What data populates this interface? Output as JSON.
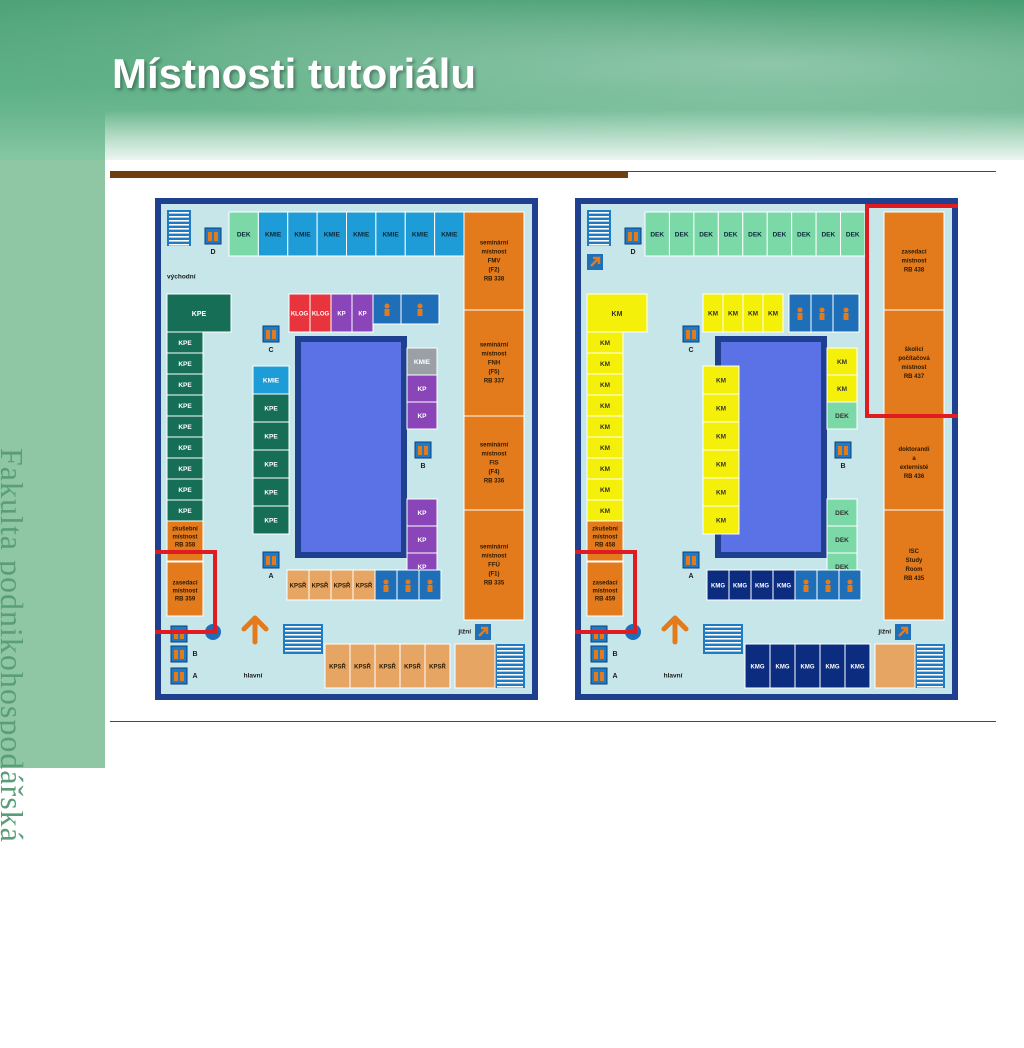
{
  "slide": {
    "title": "Místnosti tutoriálu",
    "sidebar_text": "Fakulta podnikohospodářská"
  },
  "floor3": {
    "top_row": [
      "DEK",
      "KMIE",
      "KMIE",
      "KMIE",
      "KMIE",
      "KMIE",
      "KMIE",
      "KMIE"
    ],
    "west_label": "východní",
    "kpe_header": "KPE",
    "kpe_column": [
      "KPE",
      "KPE",
      "KPE",
      "KPE",
      "KPE",
      "KPE",
      "KPE",
      "KPE",
      "KPE"
    ],
    "inner_left": [
      "KMIE",
      "KPE",
      "KPE",
      "KPE",
      "KPE",
      "KPE"
    ],
    "inner_right_top": [
      "KLOG",
      "KLOG",
      "KP",
      "KP"
    ],
    "inner_right": [
      "KMIE",
      "KP",
      "KP",
      "KP",
      "KP",
      "KP"
    ],
    "bottom_inner": [
      "KPSŘ",
      "KPSŘ",
      "KPSŘ",
      "KPSŘ"
    ],
    "bottom_row": [
      "KPSŘ",
      "KPSŘ",
      "KPSŘ",
      "KPSŘ",
      "KPSŘ"
    ],
    "lifts": [
      "D",
      "C",
      "B",
      "A"
    ],
    "stairs": [
      "B",
      "A"
    ],
    "exam_room": "zkušební místnost RB 358",
    "meeting_room": "zasedací místnost RB 359",
    "south_label": "jižní",
    "main_label": "hlavní",
    "right_rooms": [
      "seminární místnost FMV (F2) RB 338",
      "seminární místnost FNH (F5) RB 337",
      "seminární místnost FIS (F4) RB 336",
      "seminární místnost FFÚ (F1) RB 335"
    ]
  },
  "floor4": {
    "top_row": [
      "DEK",
      "DEK",
      "DEK",
      "DEK",
      "DEK",
      "DEK",
      "DEK",
      "DEK",
      "DEK"
    ],
    "km_header": "KM",
    "km_column": [
      "KM",
      "KM",
      "KM",
      "KM",
      "KM",
      "KM",
      "KM",
      "KM",
      "KM"
    ],
    "inner_left": [
      "KM",
      "KM",
      "KM",
      "KM",
      "KM",
      "KM"
    ],
    "inner_top": [
      "KM",
      "KM",
      "KM",
      "KM"
    ],
    "inner_right": [
      "KM",
      "KM",
      "DEK",
      "DEK",
      "DEK",
      "DEK"
    ],
    "bottom_inner": [
      "KMG",
      "KMG",
      "KMG",
      "KMG"
    ],
    "bottom_row": [
      "KMG",
      "KMG",
      "KMG",
      "KMG",
      "KMG"
    ],
    "lifts": [
      "D",
      "C",
      "B",
      "A"
    ],
    "stairs": [
      "B",
      "A"
    ],
    "exam_room": "zkušební místnost RB 458",
    "meeting_room": "zasedací místnost RB 459",
    "south_label": "jižní",
    "main_label": "hlavní",
    "right_rooms": [
      "zasedací místnost RB 438",
      "školicí počítačová místnost RB 437",
      "doktorandi a externisté RB 436",
      "ISC Study Room RB 435"
    ]
  },
  "colors": {
    "frame": "#1f3f8f",
    "floor": "#c7e6ea",
    "orange": "#e37a1c",
    "kmie": "#1e9cd7",
    "dek": "#7bd9a8",
    "kpe": "#176e57",
    "klog": "#e8343c",
    "kp": "#8a46b9",
    "gray": "#9aa0a6",
    "km": "#f5f00a",
    "kmg": "#0b2c7f",
    "atrium": "#5b72e6",
    "tan": "#e7a564",
    "highlight": "#e11b22"
  }
}
